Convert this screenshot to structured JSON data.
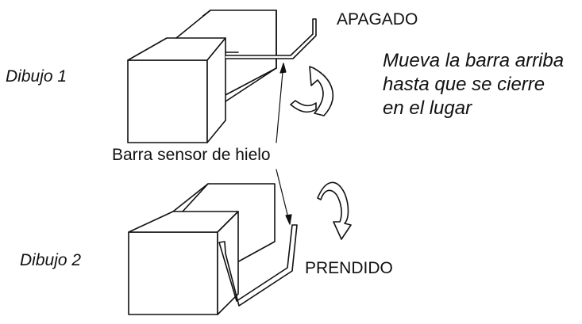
{
  "labels": {
    "drawing1": "Dibujo 1",
    "drawing2": "Dibujo 2",
    "off": "APAGADO",
    "on": "PRENDIDO",
    "bar": "Barra sensor de hielo"
  },
  "instruction": {
    "lines": [
      "Mueva la barra arriba",
      "hasta que se cierre",
      "en el lugar"
    ]
  },
  "colors": {
    "line": "#111111",
    "background": "#ffffff"
  }
}
